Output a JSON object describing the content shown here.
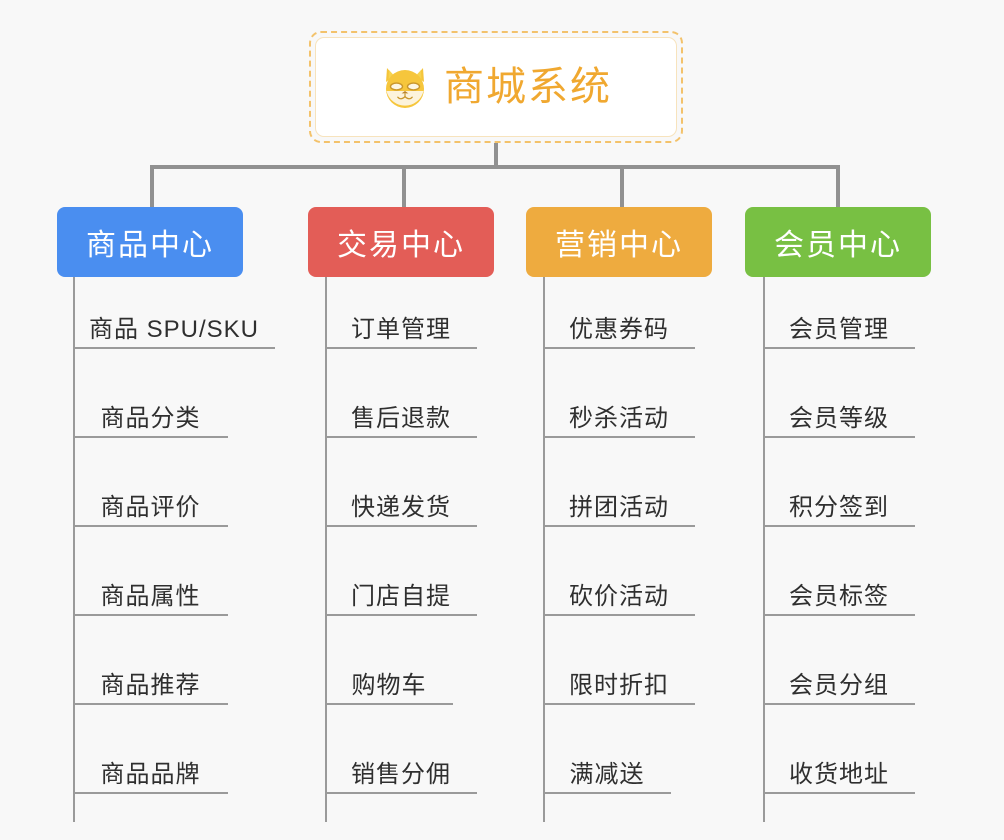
{
  "background_color": "#f8f8f8",
  "root": {
    "icon": "shiba-dog-icon",
    "title": "商城系统",
    "title_color": "#f0a830",
    "border_color": "#f3c26b",
    "border_style": "dashed"
  },
  "columns": [
    {
      "id": "product-center",
      "label": "商品中心",
      "color": "#4a8ef0",
      "items": [
        "商品 SPU/SKU",
        "商品分类",
        "商品评价",
        "商品属性",
        "商品推荐",
        "商品品牌"
      ]
    },
    {
      "id": "trade-center",
      "label": "交易中心",
      "color": "#e35d57",
      "items": [
        "订单管理",
        "售后退款",
        "快递发货",
        "门店自提",
        "购物车",
        "销售分佣"
      ]
    },
    {
      "id": "marketing-center",
      "label": "营销中心",
      "color": "#eeab3f",
      "items": [
        "优惠券码",
        "秒杀活动",
        "拼团活动",
        "砍价活动",
        "限时折扣",
        "满减送"
      ]
    },
    {
      "id": "member-center",
      "label": "会员中心",
      "color": "#78c043",
      "items": [
        "会员管理",
        "会员等级",
        "积分签到",
        "会员标签",
        "会员分组",
        "收货地址"
      ]
    }
  ]
}
